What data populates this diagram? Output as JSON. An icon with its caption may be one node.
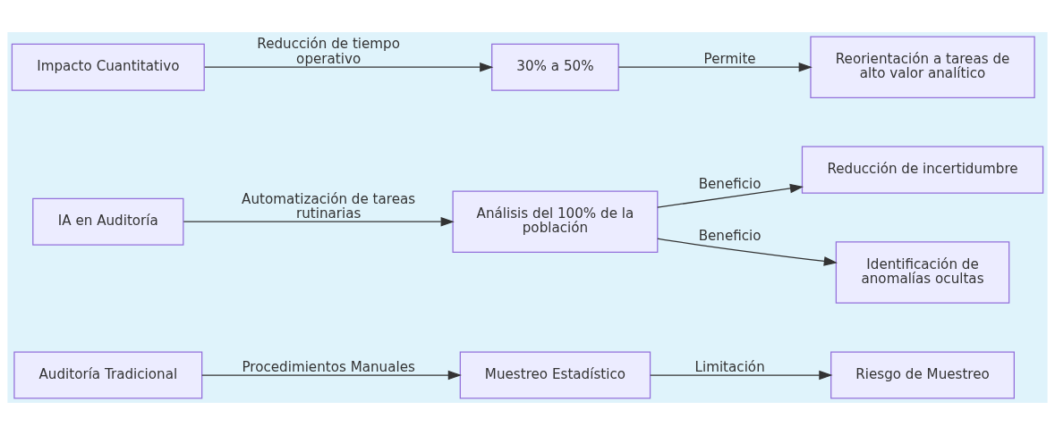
{
  "diagram": {
    "nodes": [
      {
        "text": [
          "Auditoría Tradicional"
        ]
      },
      {
        "text": [
          "Muestreo Estadístico"
        ]
      },
      {
        "text": [
          "Riesgo de Muestreo"
        ]
      },
      {
        "text": [
          "IA en Auditoría"
        ]
      },
      {
        "text": [
          "Análisis del 100% de la población"
        ]
      },
      {
        "text": [
          "Reducción de incertidumbre"
        ]
      },
      {
        "text": [
          "Identificación de anomalías ocultas"
        ]
      },
      {
        "text": [
          "Impacto Cuantitativo"
        ]
      },
      {
        "text": [
          "30% a 50%"
        ]
      },
      {
        "text": [
          "Reorientación a tareas de alto valor analítico"
        ]
      }
    ],
    "edges": [
      {
        "from": 0,
        "to": 1,
        "arrow": "to",
        "label": "Procedimientos Manuales"
      },
      {
        "from": 1,
        "to": 2,
        "arrow": "to",
        "label": "Limitación"
      },
      {
        "from": 3,
        "to": 4,
        "arrow": "to",
        "label": "Automatización de tareas rutinarias"
      },
      {
        "from": 4,
        "to": 5,
        "arrow": "to",
        "label": "Beneficio"
      },
      {
        "from": 4,
        "to": 6,
        "arrow": "to",
        "label": "Beneficio"
      },
      {
        "from": 7,
        "to": 8,
        "arrow": "to",
        "label": "Reducción de tiempo operativo"
      },
      {
        "from": 8,
        "to": 9,
        "arrow": "to",
        "label": "Permite"
      }
    ]
  }
}
